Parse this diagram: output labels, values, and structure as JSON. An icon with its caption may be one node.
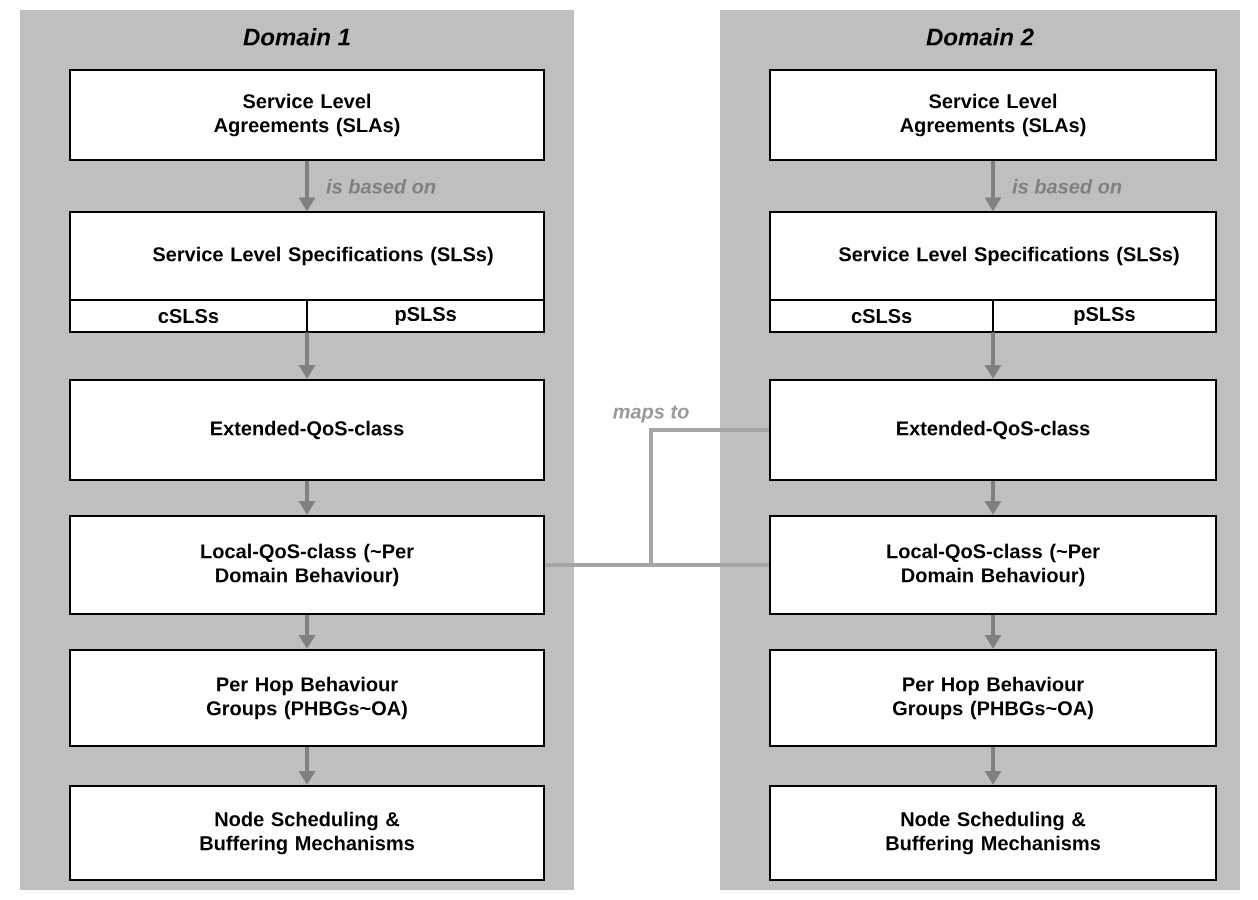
{
  "diagram": {
    "nodes": [
      {
        "text": [
          "Domain 1"
        ]
      },
      {
        "text": [
          "Service Level Agreements (SLAs)"
        ],
        "in": 0
      },
      {
        "text": [
          "Service Level Specifications (SLSs)",
          "cSLSs",
          "pSLSs"
        ],
        "in": 0
      },
      {
        "text": [
          "Extended-QoS-class"
        ],
        "in": 0
      },
      {
        "text": [
          "Local-QoS-class (~Per Domain Behaviour)"
        ],
        "in": 0
      },
      {
        "text": [
          "Per Hop Behaviour Groups (PHBGs~OA)"
        ],
        "in": 0
      },
      {
        "text": [
          "Node Scheduling & Buffering Mechanisms"
        ],
        "in": 0
      },
      {
        "text": [
          "Domain 2"
        ]
      },
      {
        "text": [
          "Service Level Agreements (SLAs)"
        ],
        "in": 7
      },
      {
        "text": [
          "Service Level Specifications (SLSs)",
          "cSLSs",
          "pSLSs"
        ],
        "in": 7
      },
      {
        "text": [
          "Extended-QoS-class"
        ],
        "in": 7
      },
      {
        "text": [
          "Local-QoS-class (~Per Domain Behaviour)"
        ],
        "in": 7
      },
      {
        "text": [
          "Per Hop Behaviour Groups (PHBGs~OA)"
        ],
        "in": 7
      },
      {
        "text": [
          "Node Scheduling & Buffering Mechanisms"
        ],
        "in": 7
      }
    ],
    "edges": [
      {
        "from": 1,
        "to": 2,
        "arrow": "to",
        "label": "is based on"
      },
      {
        "from": 2,
        "to": 3,
        "arrow": "to"
      },
      {
        "from": 3,
        "to": 4,
        "arrow": "to"
      },
      {
        "from": 4,
        "to": 5,
        "arrow": "to"
      },
      {
        "from": 5,
        "to": 6,
        "arrow": "to"
      },
      {
        "from": 8,
        "to": 9,
        "arrow": "to",
        "label": "is based on"
      },
      {
        "from": 9,
        "to": 10,
        "arrow": "to"
      },
      {
        "from": 10,
        "to": 11,
        "arrow": "to"
      },
      {
        "from": 11,
        "to": 12,
        "arrow": "to"
      },
      {
        "from": 12,
        "to": 13,
        "arrow": "to"
      },
      {
        "from": 4,
        "to": 10,
        "arrow": "none",
        "label": "maps to",
        "color": "#a6a6a6"
      },
      {
        "from": 4,
        "to": 11,
        "arrow": "none",
        "color": "#a6a6a6"
      }
    ]
  }
}
